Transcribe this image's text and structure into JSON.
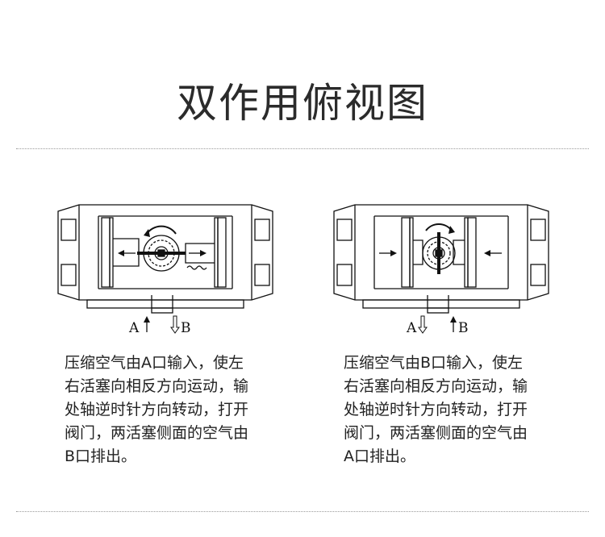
{
  "title": "双作用俯视图",
  "left": {
    "port_a": "A",
    "port_b": "B",
    "description": "压缩空气由A口输入，使左\n右活塞向相反方向运动，输\n处轴逆时针方向转动，打开\n阀门，两活塞侧面的空气由\nB口排出。"
  },
  "right": {
    "port_a": "A",
    "port_b": "B",
    "description": "压缩空气由B口输入，使左\n右活塞向相反方向运动，输\n处轴逆时针方向转动，打开\n阀门，两活塞侧面的空气由\nA口排出。"
  }
}
